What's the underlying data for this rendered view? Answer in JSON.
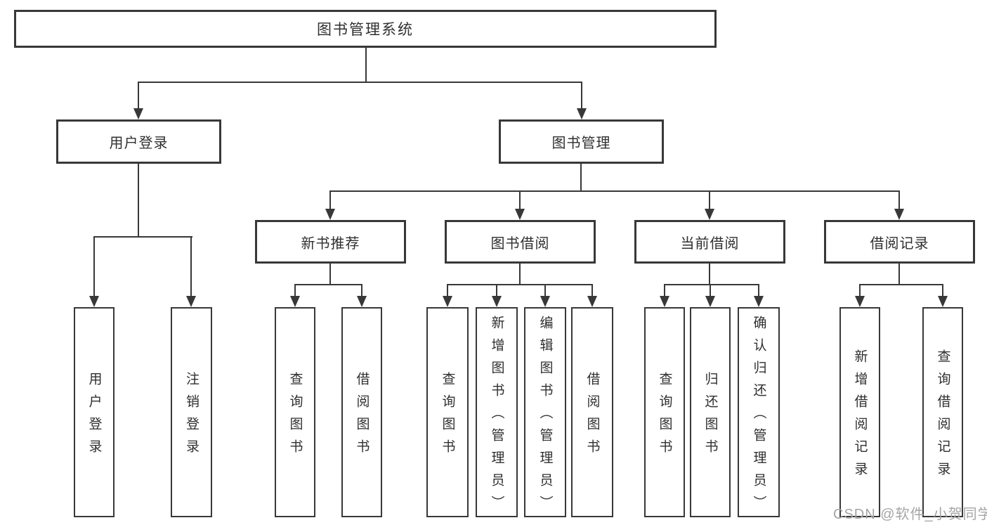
{
  "colors": {
    "line": "#383838",
    "text": "#2f2f2f",
    "watermark": "#a5a5a5",
    "background": "#ffffff"
  },
  "watermark": {
    "text": "CSDN @软件_小贺同学"
  },
  "tree": {
    "root": {
      "label": "图书管理系统",
      "children": [
        {
          "label": "用户登录",
          "children": [
            {
              "label": "用户登录"
            },
            {
              "label": "注销登录"
            }
          ]
        },
        {
          "label": "图书管理",
          "children": [
            {
              "label": "新书推荐",
              "children": [
                {
                  "label": "查询图书"
                },
                {
                  "label": "借阅图书"
                }
              ]
            },
            {
              "label": "图书借阅",
              "children": [
                {
                  "label": "查询图书"
                },
                {
                  "label": "新增图书（管理员）"
                },
                {
                  "label": "编辑图书（管理员）"
                },
                {
                  "label": "借阅图书"
                }
              ]
            },
            {
              "label": "当前借阅",
              "children": [
                {
                  "label": "查询图书"
                },
                {
                  "label": "归还图书"
                },
                {
                  "label": "确认归还（管理员）"
                }
              ]
            },
            {
              "label": "借阅记录",
              "children": [
                {
                  "label": "新增借阅记录"
                },
                {
                  "label": "查询借阅记录"
                }
              ]
            }
          ]
        }
      ]
    }
  }
}
